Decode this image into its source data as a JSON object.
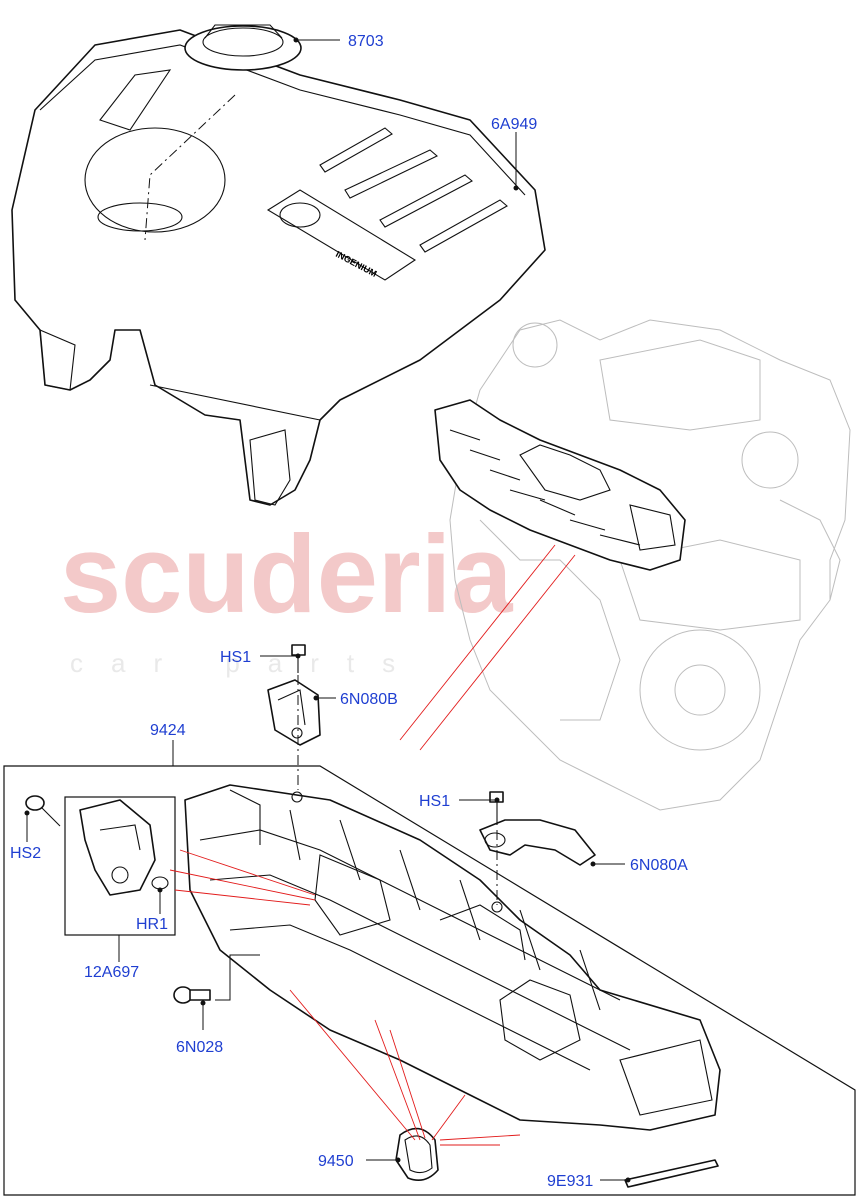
{
  "watermark": {
    "brand": "scuderia",
    "sub": "car parts"
  },
  "parts": {
    "p8703": "8703",
    "p6A949": "6A949",
    "pHS1_upper": "HS1",
    "p6N080B": "6N080B",
    "p9424": "9424",
    "pHS1_lower": "HS1",
    "p6N080A": "6N080A",
    "pHS2": "HS2",
    "pHR1": "HR1",
    "p12A697": "12A697",
    "p6N028": "6N028",
    "p9450": "9450",
    "p9E931": "9E931"
  },
  "cover_badge": "INGENIUM",
  "colors": {
    "label": "#1f3fd1",
    "callout_red": "#e21b1b",
    "watermark": "#f3c9c9"
  }
}
